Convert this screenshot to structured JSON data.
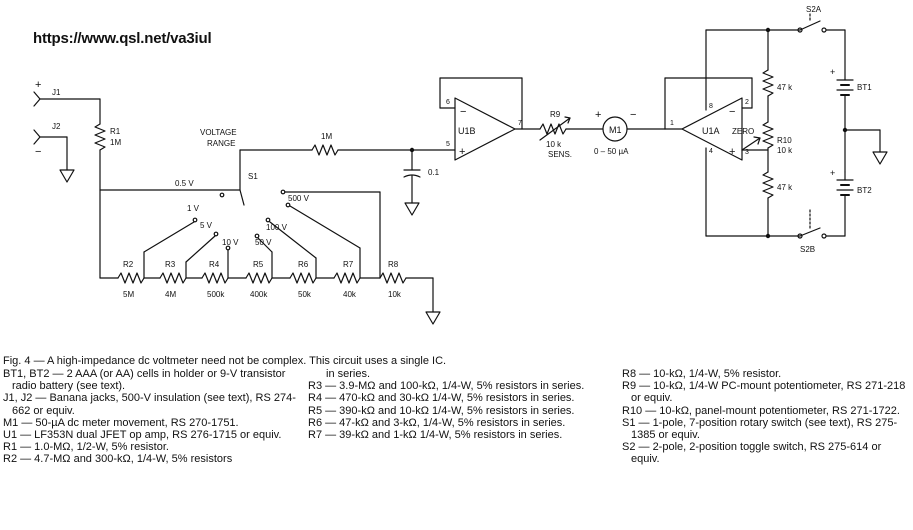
{
  "header": {
    "url": "https://www.qsl.net/va3iul"
  },
  "schematic": {
    "jacks": {
      "j1": "J1",
      "j2": "J2",
      "plus": "+",
      "minus": "−"
    },
    "r1": {
      "ref": "R1",
      "value": "1M"
    },
    "range_label_1": "VOLTAGE",
    "range_label_2": "RANGE",
    "s1": "S1",
    "input_resistor": "1M",
    "cap_value": "0.1",
    "ranges": {
      "r05": "0.5 V",
      "r1": "1 V",
      "r5": "5 V",
      "r10": "10 V",
      "r50": "50 V",
      "r100": "100 V",
      "r500": "500 V"
    },
    "divider": [
      {
        "ref": "R2",
        "value": "5M"
      },
      {
        "ref": "R3",
        "value": "4M"
      },
      {
        "ref": "R4",
        "value": "500k"
      },
      {
        "ref": "R5",
        "value": "400k"
      },
      {
        "ref": "R6",
        "value": "50k"
      },
      {
        "ref": "R7",
        "value": "40k"
      },
      {
        "ref": "R8",
        "value": "10k"
      }
    ],
    "u1b": {
      "ref": "U1B",
      "pin6": "6",
      "pin5": "5",
      "pin7": "7",
      "minus": "−",
      "plus": "+"
    },
    "r9": {
      "ref": "R9",
      "value": "10 k",
      "label": "SENS."
    },
    "m1": {
      "ref": "M1",
      "range": "0 – 50 µA",
      "plus": "+",
      "minus": "−"
    },
    "u1a": {
      "ref": "U1A",
      "pin1": "1",
      "pin8": "8",
      "pin2": "2",
      "pin4": "4",
      "pin3": "3",
      "minus": "−",
      "plus": "+"
    },
    "zero": "ZERO",
    "r10": {
      "ref": "R10",
      "value": "10 k"
    },
    "r47a": "47 k",
    "r47b": "47 k",
    "s2a": "S2A",
    "s2b": "S2B",
    "bt1": "BT1",
    "bt2": "BT2"
  },
  "caption": {
    "line": "Fig. 4 — A high-impedance dc voltmeter need not be complex. This circuit uses a single IC.",
    "col1": [
      "BT1, BT2 — 2 AAA (or AA) cells in holder or 9-V transistor radio battery (see text).",
      "J1, J2 — Banana jacks, 500-V insulation (see text), RS 274-662 or equiv.",
      "M1 — 50-µA dc meter movement, RS 270-1751.",
      "U1 — LF353N dual JFET op amp, RS 276-1715 or equiv.",
      "R1 — 1.0-MΩ, 1/2-W, 5% resistor.",
      "R2 — 4.7-MΩ and 300-kΩ, 1/4-W, 5% resistors"
    ],
    "col2_top": "in series.",
    "col2": [
      "R3 — 3.9-MΩ and 100-kΩ, 1/4-W, 5% resistors in series.",
      "R4 — 470-kΩ and 30-kΩ 1/4-W, 5% resistors in series.",
      "R5 — 390-kΩ and 10-kΩ 1/4-W, 5% resistors in series.",
      "R6 — 47-kΩ and 3-kΩ, 1/4-W, 5% resistors in series.",
      "R7 — 39-kΩ and 1-kΩ 1/4-W, 5% resistors in series."
    ],
    "col3": [
      "R8 — 10-kΩ, 1/4-W, 5% resistor.",
      "R9 — 10-kΩ, 1/4-W PC-mount potentiometer, RS 271-218 or equiv.",
      "R10 — 10-kΩ, panel-mount potentiometer, RS 271-1722.",
      "S1 — 1-pole, 7-position rotary switch (see text), RS 275-1385 or equiv.",
      "S2 — 2-pole, 2-position toggle switch, RS 275-614 or equiv."
    ]
  }
}
